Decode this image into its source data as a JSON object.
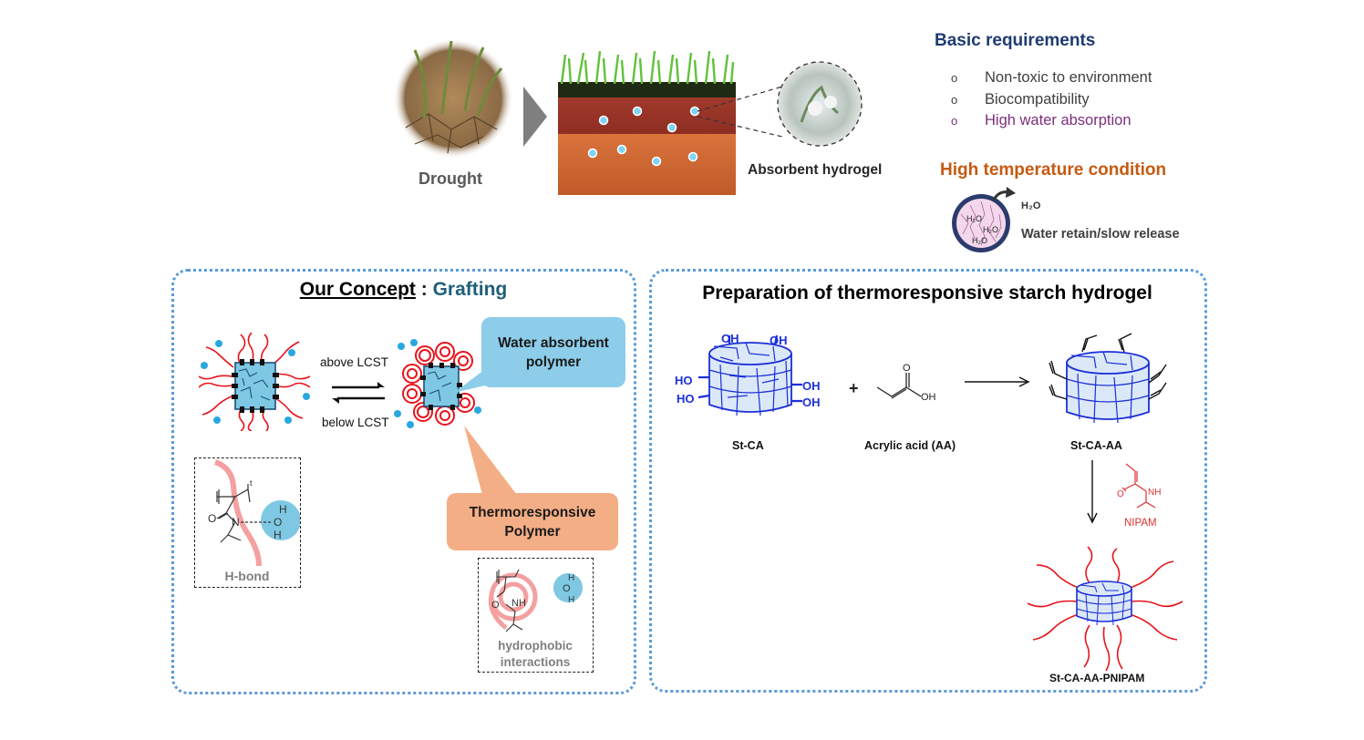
{
  "top": {
    "drought_label": "Drought",
    "absorbent_label": "Absorbent hydrogel"
  },
  "requirements": {
    "title": "Basic requirements",
    "items": [
      {
        "bullet": "o",
        "text": "Non-toxic to environment"
      },
      {
        "bullet": "o",
        "text": "Biocompatibility"
      },
      {
        "bullet": "o",
        "text": "High water absorption"
      }
    ]
  },
  "temperature": {
    "title": "High temperature condition",
    "h2o": "H₂O",
    "caption": "Water retain/slow release",
    "inner_h2o": [
      "H₂O",
      "H₂O",
      "H₂O"
    ]
  },
  "concept": {
    "title_underlined": "Our Concept",
    "title_sep": " : ",
    "title_colored": "Grafting",
    "above_lcst": "above LCST",
    "below_lcst": "below LCST",
    "water_callout_line1": "Water absorbent",
    "water_callout_line2": "polymer",
    "thermo_callout_line1": "Thermoresponsive",
    "thermo_callout_line2": "Polymer",
    "hbond_label": "H-bond",
    "hydro_label_line1": "hydrophobic",
    "hydro_label_line2": "interactions",
    "chem": {
      "O": "O",
      "N": "N",
      "NH": "NH",
      "H": "H",
      "t": "t"
    }
  },
  "preparation": {
    "title": "Preparation of thermoresponsive starch hydrogel",
    "stca_label": "St-CA",
    "plus": "+",
    "acrylic_label": "Acrylic acid (AA)",
    "stcaaa_label": "St-CA-AA",
    "nipam_label": "NIPAM",
    "final_label": "St-CA-AA-PNIPAM",
    "oh": "OH",
    "ho": "HO",
    "nh": "NH",
    "o": "O"
  },
  "colors": {
    "panel_border": "#5b9bd5",
    "blue_dot": "#29a8e0",
    "red_chain": "#e8141b",
    "starch_blue": "#1c2fd9",
    "req_title": "#1f3b73",
    "highlight": "#7b2f7b",
    "temp_title": "#c55a11",
    "callout_blue": "#8dcdea",
    "callout_orange": "#f4ae85"
  }
}
